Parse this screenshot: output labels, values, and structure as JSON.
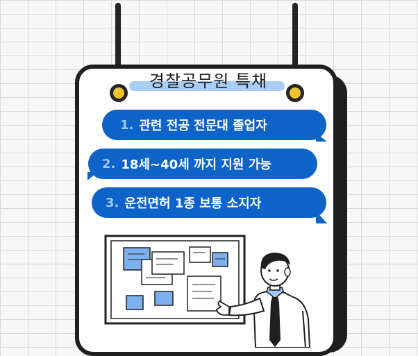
{
  "title": "경찰공무원 특채",
  "items": [
    {
      "num": "1.",
      "text": "관련 전공 전문대 졸업자"
    },
    {
      "num": "2.",
      "text": "18세~40세 까지 지원 가능"
    },
    {
      "num": "3.",
      "text": "운전면허 1종 보통 소지자"
    }
  ],
  "colors": {
    "pill": "#0d63c8",
    "number": "#9fc9ff",
    "sticky_note": "#7fb0ee",
    "ring": "#f1c230",
    "board_frame": "#1f1f1f"
  },
  "illustration": {
    "subject": "man-in-white-shirt-with-tie-pointing-at-board",
    "icon": "presenter-with-corkboard-icon"
  }
}
